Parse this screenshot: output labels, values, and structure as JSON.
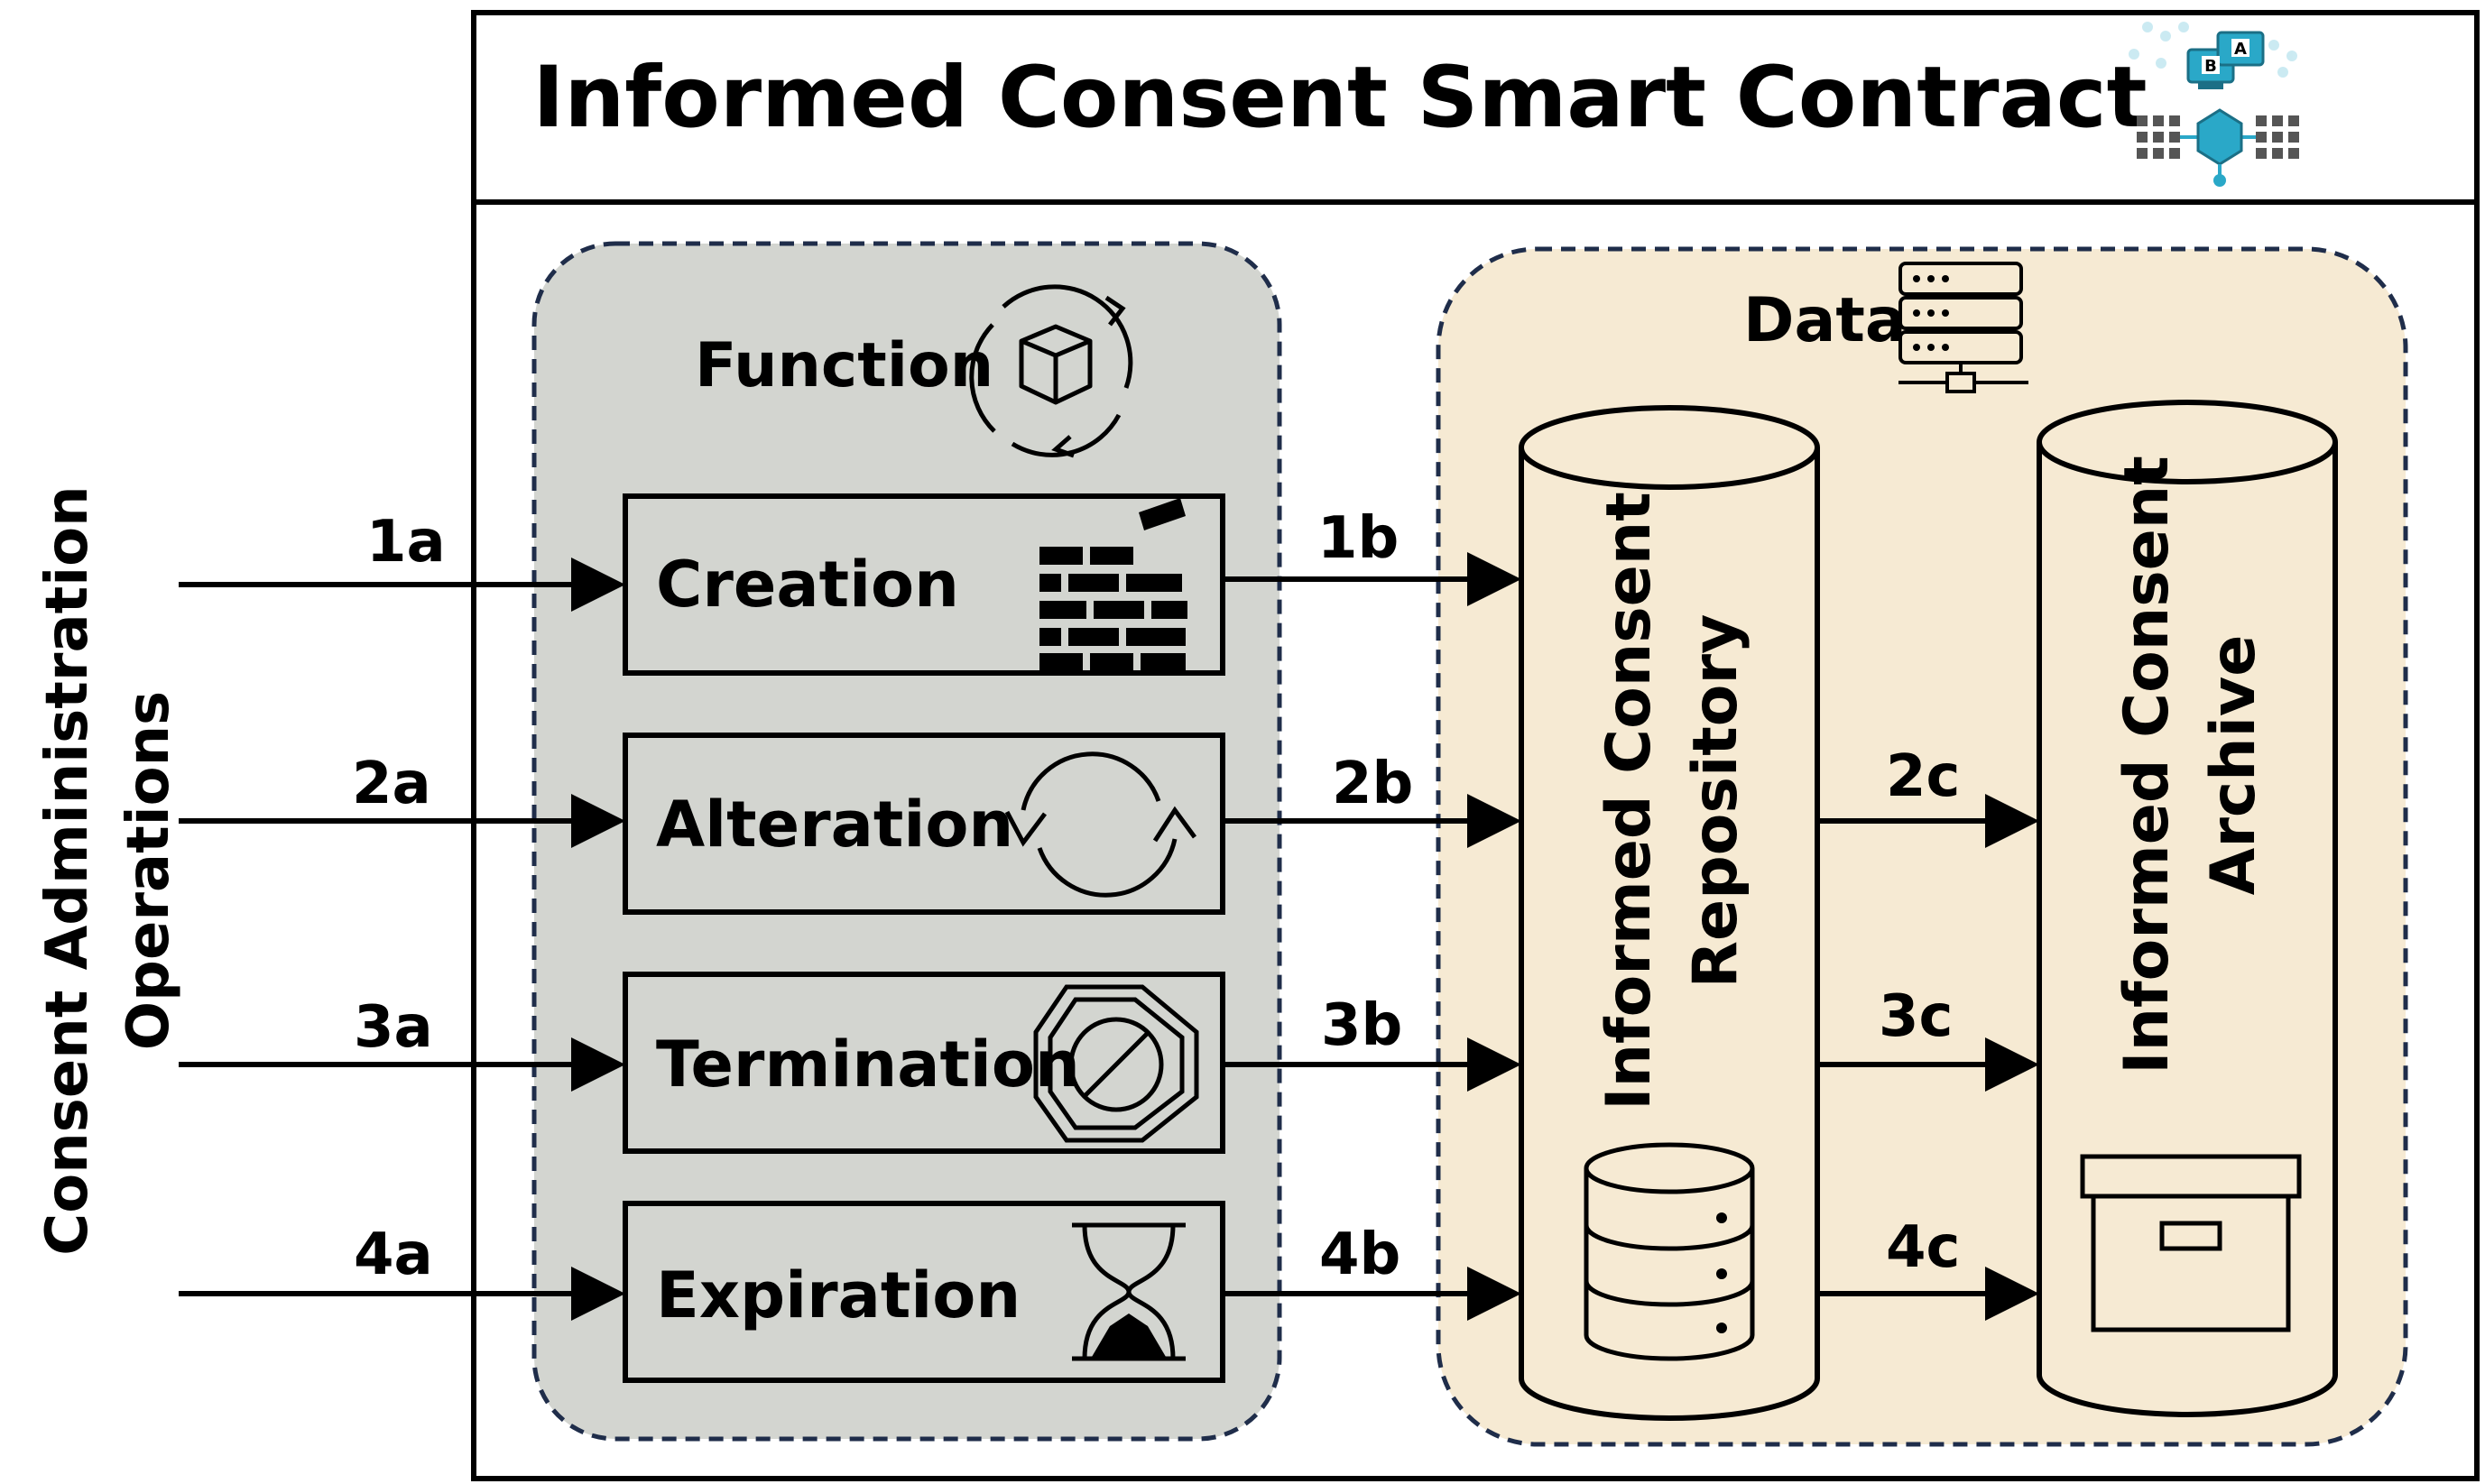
{
  "title": "Informed Consent Smart Contract",
  "side_label": {
    "line1": "Consent Administration",
    "line2": "Operations"
  },
  "function_group": {
    "label": "Function",
    "items": [
      {
        "label": "Creation",
        "icon": "brick-wall-icon",
        "in_step": "1a",
        "out_step": "1b"
      },
      {
        "label": "Alteration",
        "icon": "refresh-cycle-icon",
        "in_step": "2a",
        "out_step": "2b"
      },
      {
        "label": "Termination",
        "icon": "stop-sign-icon",
        "in_step": "3a",
        "out_step": "3b"
      },
      {
        "label": "Expiration",
        "icon": "hourglass-icon",
        "in_step": "4a",
        "out_step": "4b"
      }
    ]
  },
  "data_group": {
    "label": "Data",
    "repository": {
      "line1": "Informed Consent",
      "line2": "Repository"
    },
    "archive": {
      "line1": "Informed Consent",
      "line2": "Archive"
    },
    "archive_steps": [
      "2c",
      "3c",
      "4c"
    ]
  },
  "colors": {
    "function_fill": "#d3d5d0",
    "data_fill": "#f6ead3",
    "dashed_border": "#1f2d4a",
    "stroke": "#000000",
    "icon_accent": "#2aa8c8"
  }
}
